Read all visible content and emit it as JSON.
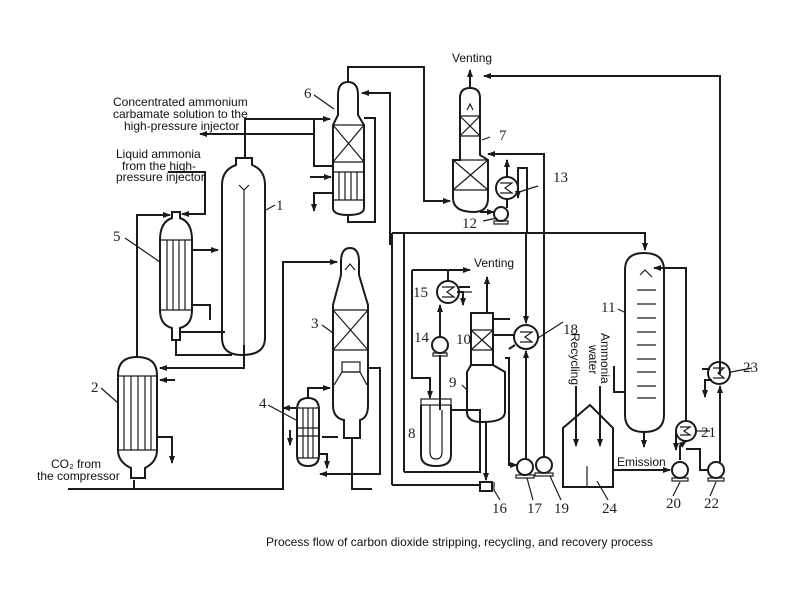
{
  "caption": "Process flow of carbon dioxide stripping, recycling, and recovery process",
  "labels": {
    "carbamate_1": "Concentrated ammonium",
    "carbamate_2": "carbamate solution to the",
    "carbamate_3": "high-pressure injector",
    "ammonia_1": "Liquid ammonia",
    "ammonia_2": "from the high-",
    "ammonia_3": "pressure injector",
    "co2_1": "CO₂ from",
    "co2_2": "the compressor",
    "venting_top": "Venting",
    "venting_mid": "Venting",
    "recycling": "Recycling",
    "ammonia_water_1": "Ammonia",
    "ammonia_water_2": "water",
    "emission": "Emission"
  },
  "equipment_numbers": {
    "n1": "1",
    "n2": "2",
    "n3": "3",
    "n4": "4",
    "n5": "5",
    "n6": "6",
    "n7": "7",
    "n8": "8",
    "n9": "9",
    "n10": "10",
    "n11": "11",
    "n12": "12",
    "n13": "13",
    "n14": "14",
    "n15": "15",
    "n16": "16",
    "n17": "17",
    "n18": "18",
    "n19": "19",
    "n20": "20",
    "n21": "21",
    "n22": "22",
    "n23": "23",
    "n24": "24"
  }
}
